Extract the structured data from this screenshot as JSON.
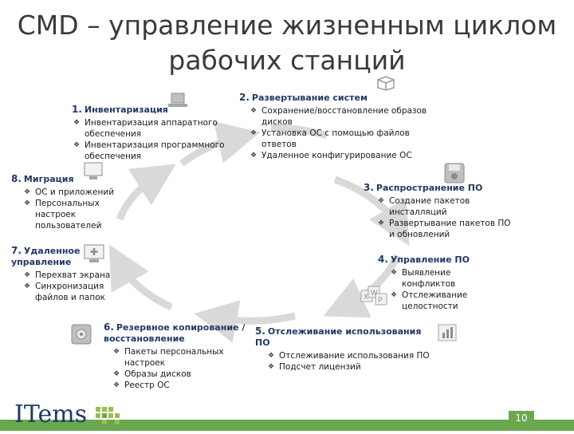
{
  "title": "CMD – управление жизненным циклом рабочих станций",
  "sections": [
    {
      "num": "1.",
      "heading": "Инвентаризация",
      "items": [
        "Инвентаризация аппаратного обеспечения",
        "Инвентаризация программного обеспечения"
      ],
      "icon": "laptop-icon"
    },
    {
      "num": "2.",
      "heading": "Развертывание систем",
      "items": [
        "Сохранение/восстановление образов дисков",
        "Установка ОС с помощью файлов ответов",
        "Удаленное конфигурирование ОС"
      ],
      "icon": "box-icon"
    },
    {
      "num": "3.",
      "heading": "Распространение ПО",
      "items": [
        "Создание пакетов инсталляций",
        "Развертывание пакетов ПО и обновлений"
      ],
      "icon": "disk-icon"
    },
    {
      "num": "4.",
      "heading": "Управление ПО",
      "items": [
        "Выявление конфликтов",
        "Отслеживание целостности"
      ],
      "icon": "word-icon"
    },
    {
      "num": "5.",
      "heading": "Отслеживание использования ПО",
      "items": [
        "Отслеживание использования ПО",
        "Подсчет лицензий"
      ],
      "icon": "chart-icon"
    },
    {
      "num": "6.",
      "heading": "Резервное копирование / восстановление",
      "items": [
        "Пакеты персональных настроек",
        "Образы дисков",
        "Реестр ОС"
      ],
      "icon": "safe-icon"
    },
    {
      "num": "7.",
      "heading": "Удаленное управление",
      "items": [
        "Перехват экрана",
        "Синхронизация файлов и папок"
      ],
      "icon": "plus-monitor-icon"
    },
    {
      "num": "8.",
      "heading": "Миграция",
      "items": [
        "ОС и приложений",
        "Персональных настроек пользователей"
      ],
      "icon": "monitor-icon"
    }
  ],
  "footer": {
    "logo": "ITems",
    "page": "10"
  },
  "colors": {
    "heading": "#1f3864",
    "arrow": "#d9d9d9",
    "bar": "#6aa84f"
  }
}
